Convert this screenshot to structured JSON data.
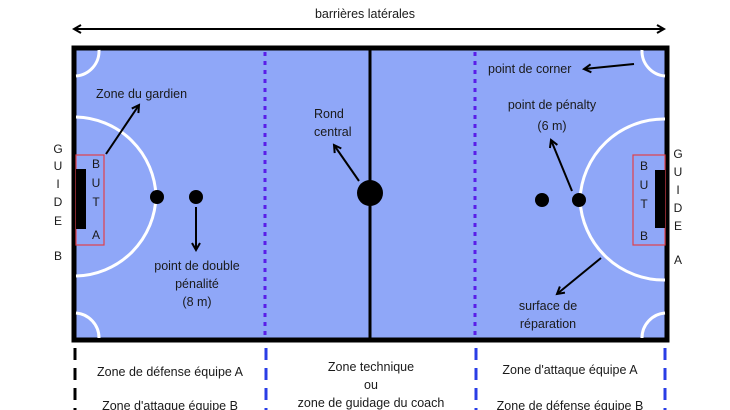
{
  "title": "barrières latérales",
  "labels": {
    "goalkeeper_zone": "Zone du gardien",
    "center_circle_1": "Rond",
    "center_circle_2": "central",
    "corner_point": "point de corner",
    "penalty_point_1": "point de pénalty",
    "penalty_point_2": "(6 m)",
    "double_penalty_1": "point de double",
    "double_penalty_2": "pénalité",
    "double_penalty_3": "(8 m)",
    "penalty_area_1": "surface de",
    "penalty_area_2": "réparation"
  },
  "goal_left": [
    "B",
    "U",
    "T",
    "A"
  ],
  "goal_right": [
    "B",
    "U",
    "T",
    "B"
  ],
  "guide_left": [
    "G",
    "U",
    "I",
    "D",
    "E",
    "B"
  ],
  "guide_right": [
    "G",
    "U",
    "I",
    "D",
    "E",
    "A"
  ],
  "zones": {
    "left_1": "Zone de défense équipe A",
    "left_2": "Zone d'attaque équipe B",
    "center_1": "Zone technique",
    "center_2": "ou",
    "center_3": "zone de guidage du coach",
    "right_1": "Zone d'attaque équipe A",
    "right_2": "Zone de défense équipe B"
  },
  "colors": {
    "field": "#8fa7f8",
    "dotted": "#5a1ee8",
    "goal_box": "#e0404a",
    "dashed_blue": "#2a3ee6"
  }
}
